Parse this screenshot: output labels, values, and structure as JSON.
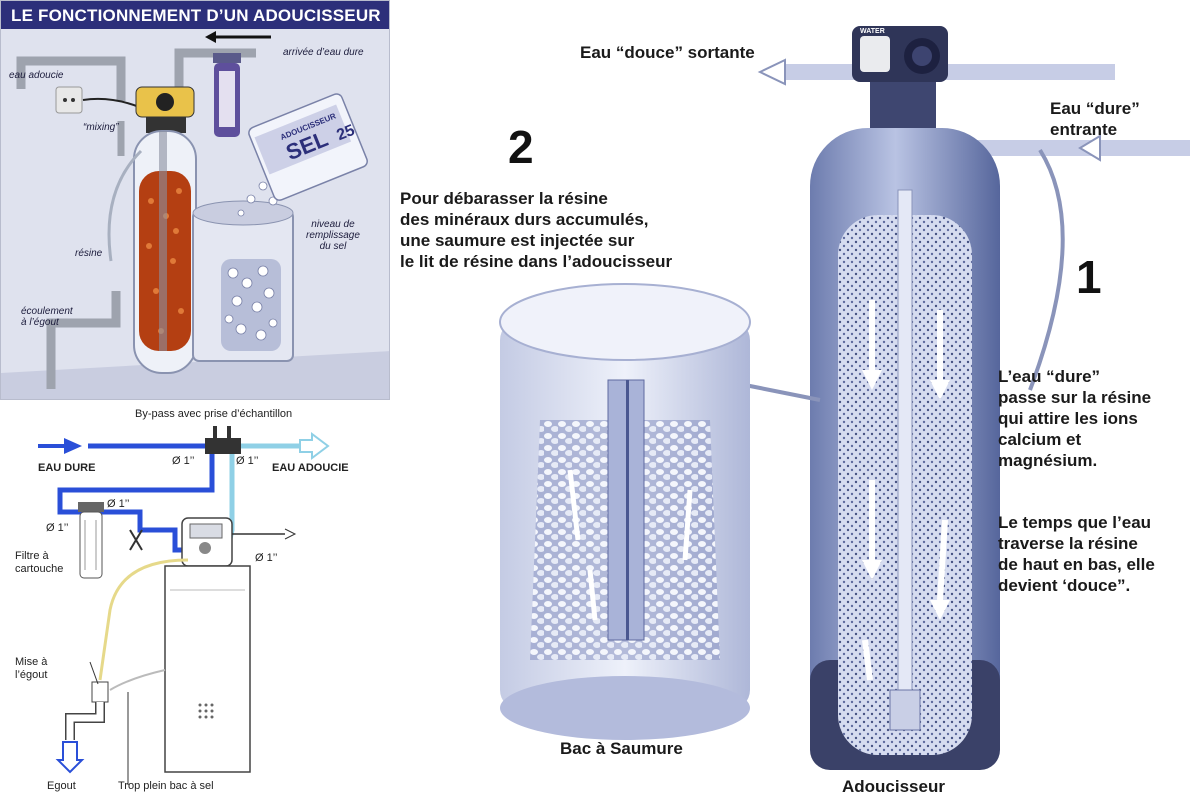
{
  "panel1": {
    "title": "LE FONCTIONNEMENT D’UN ADOUCISSEUR",
    "labels": {
      "arrivee": "arrivée d’eau dure",
      "eau_adoucie": "eau adoucie",
      "mixing": "“mixing”",
      "resine": "résine",
      "niveau": [
        "niveau de",
        "remplissage",
        "du sel"
      ],
      "ecoulement": [
        "écoulement",
        "à l’égout"
      ]
    },
    "salt_bag": {
      "brand": "SEL",
      "weight": "25",
      "product": "ADOUCISSEUR"
    }
  },
  "panel2": {
    "bypass": "By-pass avec prise d’échantillon",
    "eau_dure": "EAU DURE",
    "eau_adoucie": "EAU ADOUCIE",
    "diam": "Ø 1’’",
    "filtre": [
      "Filtre à",
      "cartouche"
    ],
    "mise": [
      "Mise à",
      "l’égout"
    ],
    "egout": "Egout",
    "trop_plein": "Trop plein bac à sel"
  },
  "panel3": {
    "step2_number": "2",
    "step2_lines": [
      "Pour débarasser la résine",
      "des minéraux durs accumulés,",
      "une saumure est injectée sur",
      "le lit de résine dans l’adoucisseur"
    ],
    "eau_douce": "Eau “douce” sortante",
    "eau_dure": [
      "Eau “dure”",
      "entrante"
    ],
    "step1_number": "1",
    "step1_para1": [
      "L’eau “dure”",
      "passe sur la résine",
      "qui attire les ions",
      "calcium et",
      "magnésium."
    ],
    "step1_para2": [
      "Le temps que l’eau",
      "traverse la résine",
      "de haut en bas, elle",
      "devient ‘douce”."
    ],
    "bac": "Bac à Saumure",
    "adoucisseur": "Adoucisseur",
    "valve_brand": "WATER"
  },
  "colors": {
    "title_bg": "#2c2f7a",
    "pipe_blue": "#2a4fd8",
    "pipe_lightblue": "#8fd0e6",
    "resin_orange": "#c24a1a",
    "tank_blue": "#7f8fc0"
  }
}
